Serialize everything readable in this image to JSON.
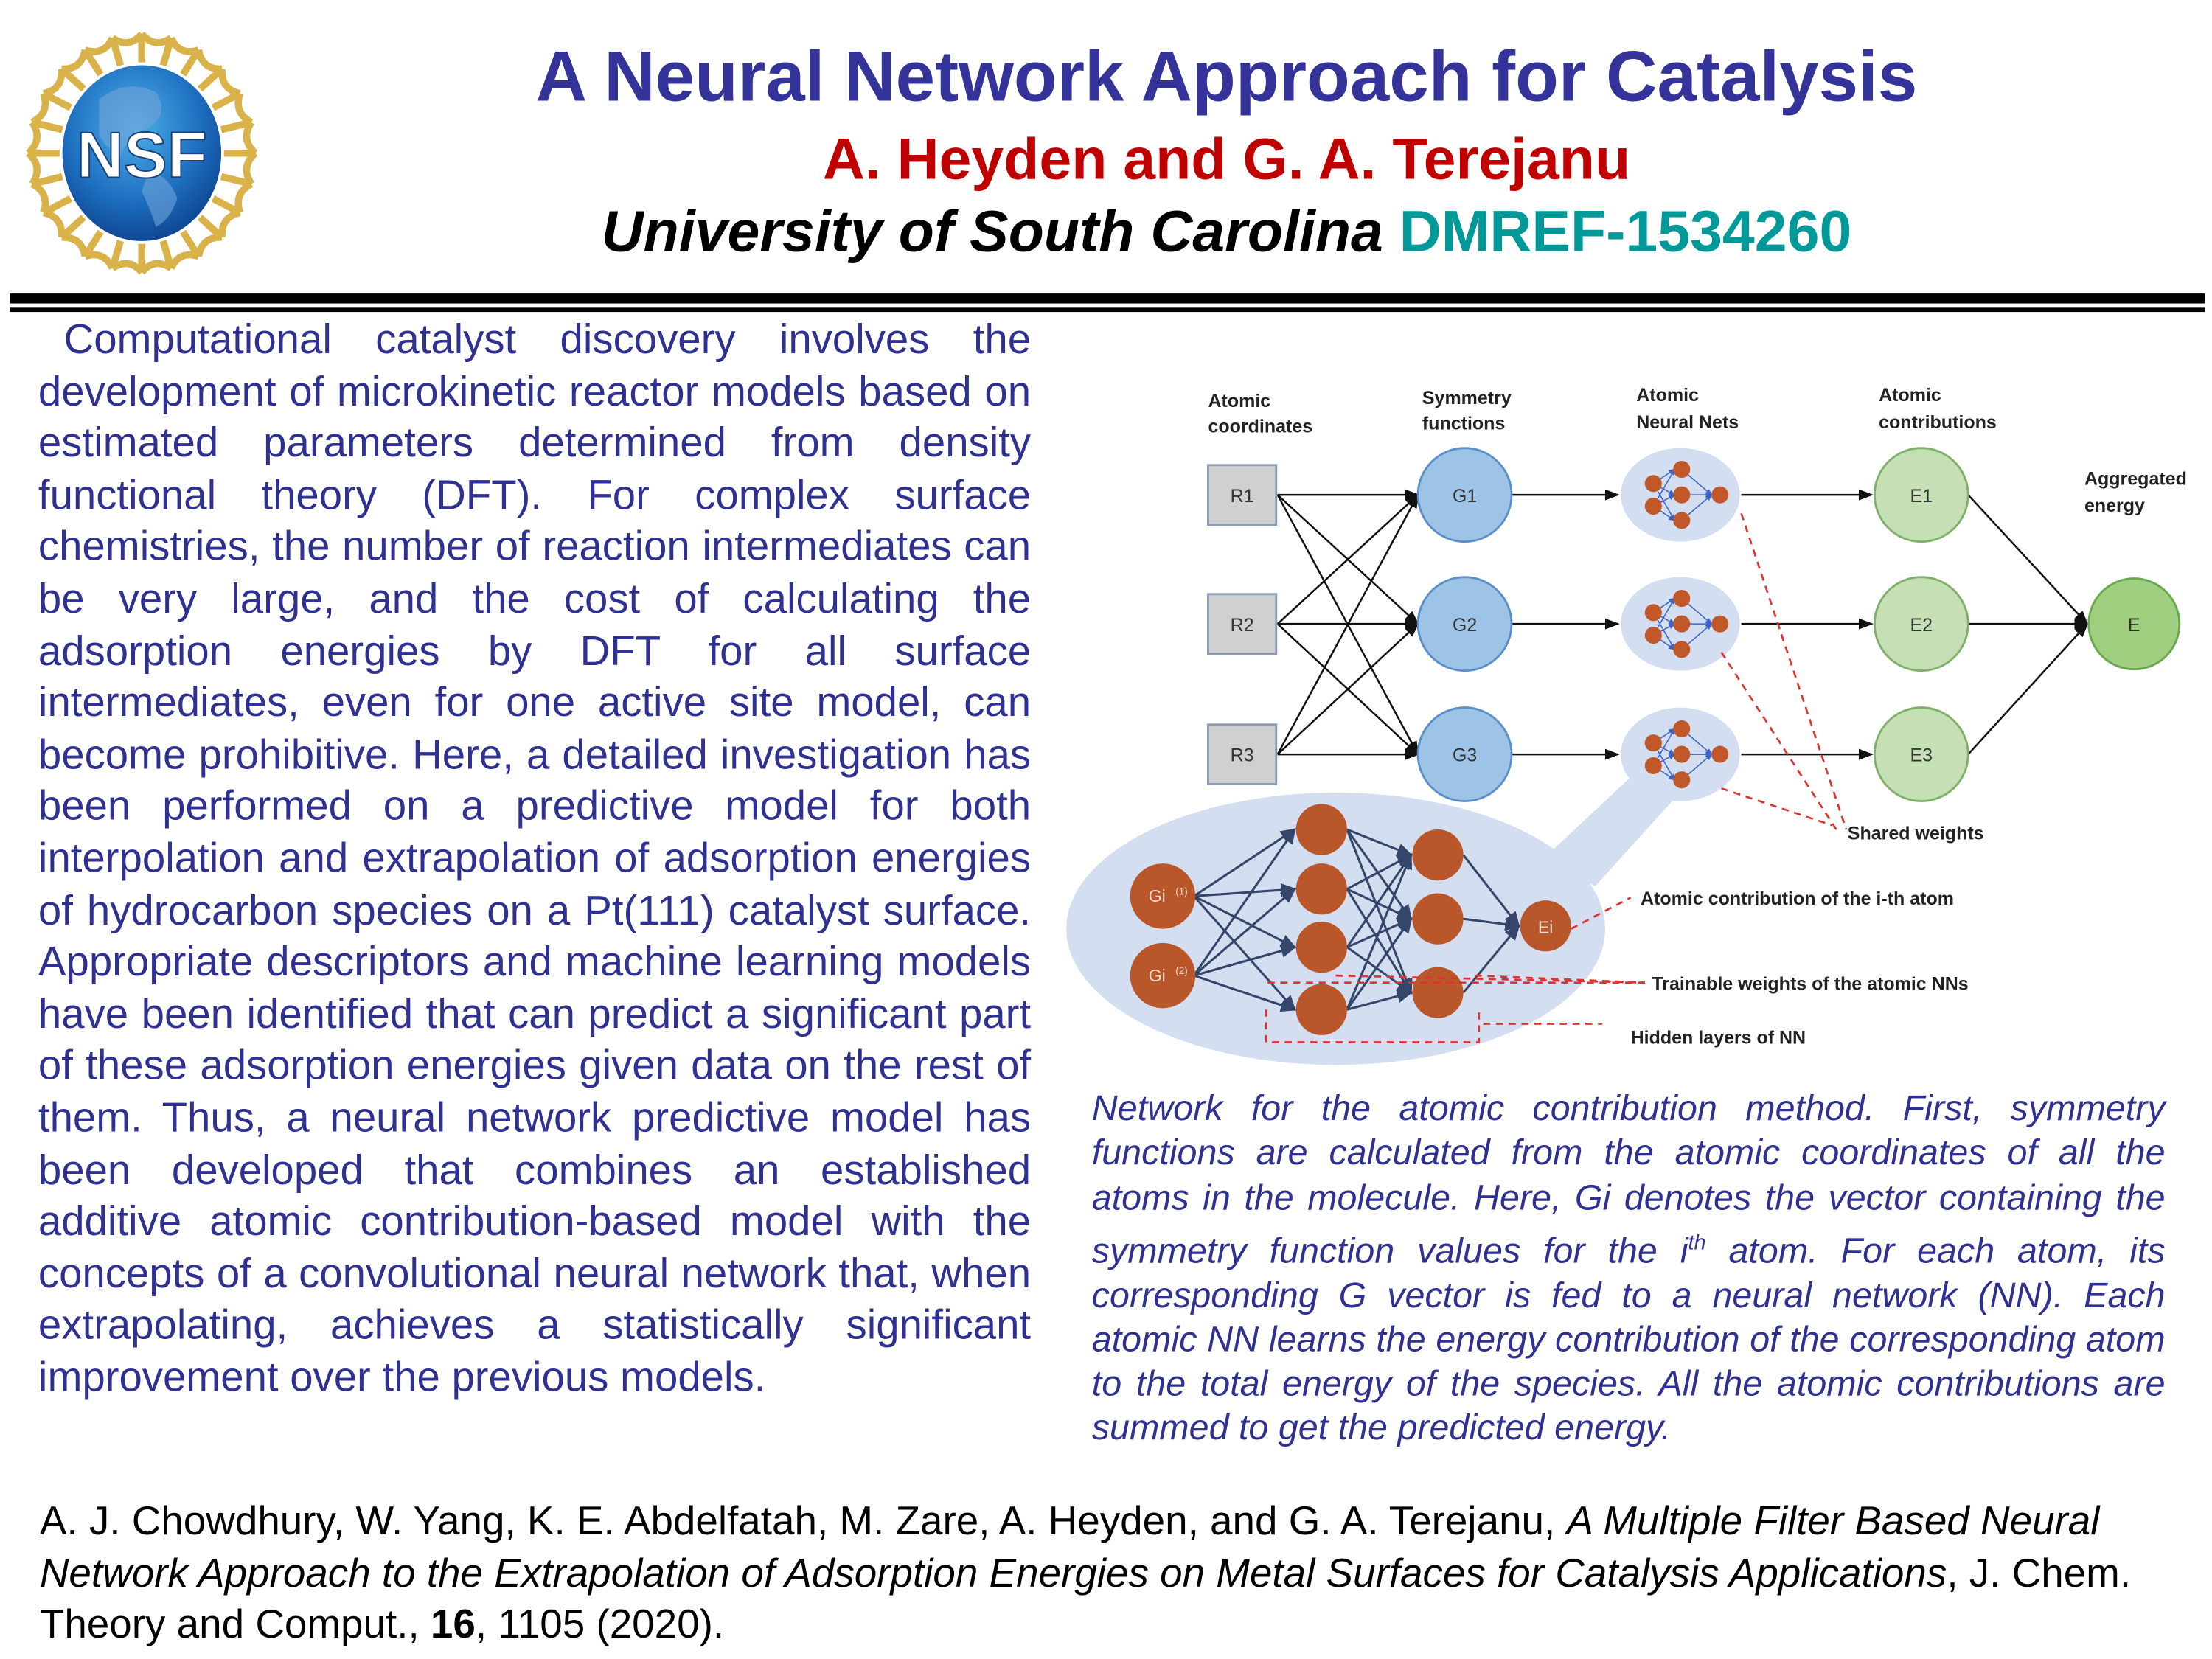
{
  "logo": {
    "text": "NSF"
  },
  "header": {
    "title": "A Neural Network Approach for Catalysis",
    "authors": "A. Heyden and G. A. Terejanu",
    "university": "University of South Carolina",
    "grant": "DMREF-1534260"
  },
  "colors": {
    "title": "#333399",
    "authors": "#c00000",
    "grant": "#009999",
    "body": "#2e3192"
  },
  "body_text": "Computational catalyst discovery involves the development of microkinetic reactor models based on estimated parameters determined from density functional theory (DFT). For complex surface chemistries, the number of reaction intermediates can be very large, and the cost of calculating the adsorption energies by DFT for all surface intermediates, even for one active site model, can become prohibitive. Here, a detailed investigation has been performed on a predictive model for both interpolation and extrapolation of adsorption energies of hydrocarbon species on a Pt(111) catalyst surface. Appropriate descriptors and machine learning models have been identified that can predict a significant part of these adsorption energies given data on the rest of them. Thus, a neural network predictive model has been developed that combines an established additive atomic contribution-based model with the concepts of a convolutional neural network that, when extrapolating, achieves a statistically significant improvement over the previous models.",
  "diagram": {
    "headers": {
      "coords_1": "Atomic",
      "coords_2": "coordinates",
      "sym_1": "Symmetry",
      "sym_2": "functions",
      "nn_1": "Atomic",
      "nn_2": "Neural Nets",
      "contrib_1": "Atomic",
      "contrib_2": "contributions",
      "agg_1": "Aggregated",
      "agg_2": "energy"
    },
    "inputs": [
      "R1",
      "R2",
      "R3"
    ],
    "symmetry": [
      "G1",
      "G2",
      "G3"
    ],
    "contributions": [
      "E1",
      "E2",
      "E3"
    ],
    "output": "E",
    "detail": {
      "in1": "Gi",
      "in1_sup": "(1)",
      "in2": "Gi",
      "in2_sup": "(2)",
      "out": "Ei"
    },
    "annotations": {
      "shared": "Shared weights",
      "atomic_contribution": "Atomic contribution of the i-th atom",
      "trainable": "Trainable weights of the atomic NNs",
      "hidden": "Hidden layers of NN"
    }
  },
  "caption": {
    "part1": "Network for the atomic contribution method. First, symmetry functions are calculated from the atomic coordinates of all the atoms in the molecule. Here, Gi denotes the vector containing the symmetry function values for the i",
    "sup": "th",
    "part2": " atom. For each atom, its corresponding G vector is fed to a neural network (NN). Each atomic NN learns the energy contribution of the corresponding atom to the total energy of the species. All the atomic contributions are summed to get the predicted energy."
  },
  "reference": {
    "authors": "A. J. Chowdhury, W. Yang, K. E. Abdelfatah, M. Zare, A. Heyden, and G. A. Terejanu, ",
    "title": "A Multiple Filter Based Neural Network Approach to the Extrapolation of Adsorption Energies on Metal Surfaces for Catalysis Applications",
    "journal": ", J. Chem. Theory and Comput., ",
    "volume": "16",
    "pages_year": ", 1105 (2020)."
  }
}
